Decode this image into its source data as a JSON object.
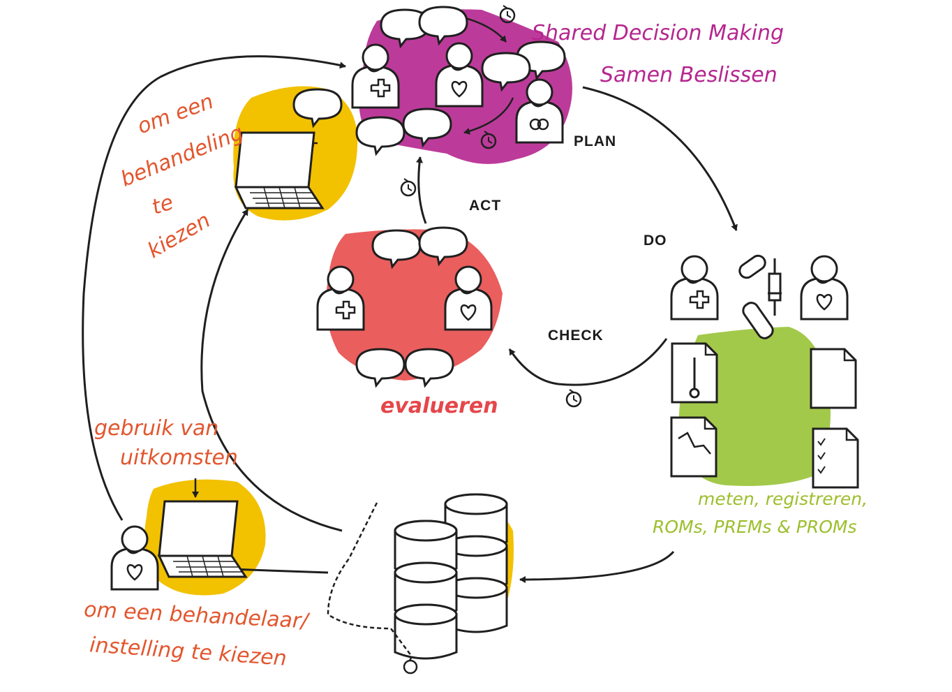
{
  "colors": {
    "ink": "#1f1f1f",
    "magenta": "#b5268f",
    "orange": "#e2562e",
    "yellow": "#f2c100",
    "red": "#e84c4c",
    "green": "#93c02a"
  },
  "cycle": {
    "plan": "PLAN",
    "do": "DO",
    "check": "CHECK",
    "act": "ACT"
  },
  "titles": {
    "sdm_line1": "Shared Decision Making",
    "sdm_line2": "Samen Beslissen",
    "evaluate": "evalueren",
    "measure_line1": "meten, registreren,",
    "measure_line2": "ROMs, PREMs & PROMs"
  },
  "notes": {
    "treatment_line1": "om een",
    "treatment_line2": "behandeling",
    "treatment_line3": "te",
    "treatment_line4": "kiezen",
    "outcomes_line1": "gebruik   van",
    "outcomes_line2": "uitkomsten",
    "provider_line1": "om een behandelaar/",
    "provider_line2": "instelling te kiezen"
  },
  "icons": [
    "doctor-icon",
    "patient-icon",
    "partner-icon",
    "speech-bubble-icon",
    "laptop-icon",
    "database-icon",
    "thermometer-icon",
    "chart-document-icon",
    "checklist-icon",
    "pill-icon",
    "syringe-icon",
    "bandage-icon",
    "clock-icon"
  ]
}
